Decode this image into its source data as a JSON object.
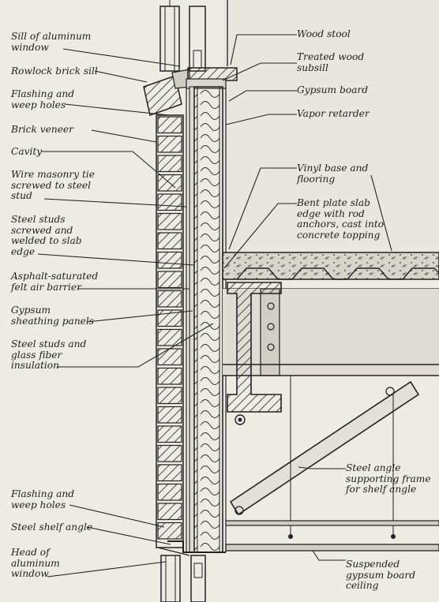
{
  "diagram": {
    "left_labels": [
      {
        "id": "sill-aluminum-window",
        "text": "Sill of aluminum\nwindow"
      },
      {
        "id": "rowlock-brick-sill",
        "text": "Rowlock brick sill"
      },
      {
        "id": "flashing-weep-top",
        "text": "Flashing and\nweep holes"
      },
      {
        "id": "brick-veneer",
        "text": "Brick veneer"
      },
      {
        "id": "cavity",
        "text": "Cavity"
      },
      {
        "id": "wire-masonry-tie",
        "text": "Wire masonry tie\nscrewed to steel\nstud"
      },
      {
        "id": "steel-studs-welded",
        "text": "Steel studs\nscrewed and\nwelded to slab\nedge"
      },
      {
        "id": "asphalt-felt",
        "text": "Asphalt-saturated\nfelt air barrier"
      },
      {
        "id": "gypsum-sheathing",
        "text": "Gypsum\nsheathing panels"
      },
      {
        "id": "studs-glass-fiber",
        "text": "Steel studs and\nglass fiber\ninsulation"
      },
      {
        "id": "flashing-weep-bottom",
        "text": "Flashing and\nweep holes"
      },
      {
        "id": "steel-shelf-angle",
        "text": "Steel shelf angle"
      },
      {
        "id": "head-aluminum-window",
        "text": "Head of\naluminum\nwindow"
      }
    ],
    "right_labels": [
      {
        "id": "wood-stool",
        "text": "Wood stool"
      },
      {
        "id": "treated-wood-subsill",
        "text": "Treated wood\nsubsill"
      },
      {
        "id": "gypsum-board",
        "text": "Gypsum board"
      },
      {
        "id": "vapor-retarder",
        "text": "Vapor retarder"
      },
      {
        "id": "vinyl-base",
        "text": "Vinyl base and\nflooring"
      },
      {
        "id": "bent-plate",
        "text": "Bent plate slab\nedge with rod\nanchors, cast into\nconcrete topping"
      },
      {
        "id": "steel-angle-frame",
        "text": "Steel angle\nsupporting frame\nfor shelf angle"
      },
      {
        "id": "suspended-ceiling",
        "text": "Suspended\ngypsum board\nceiling"
      }
    ]
  }
}
